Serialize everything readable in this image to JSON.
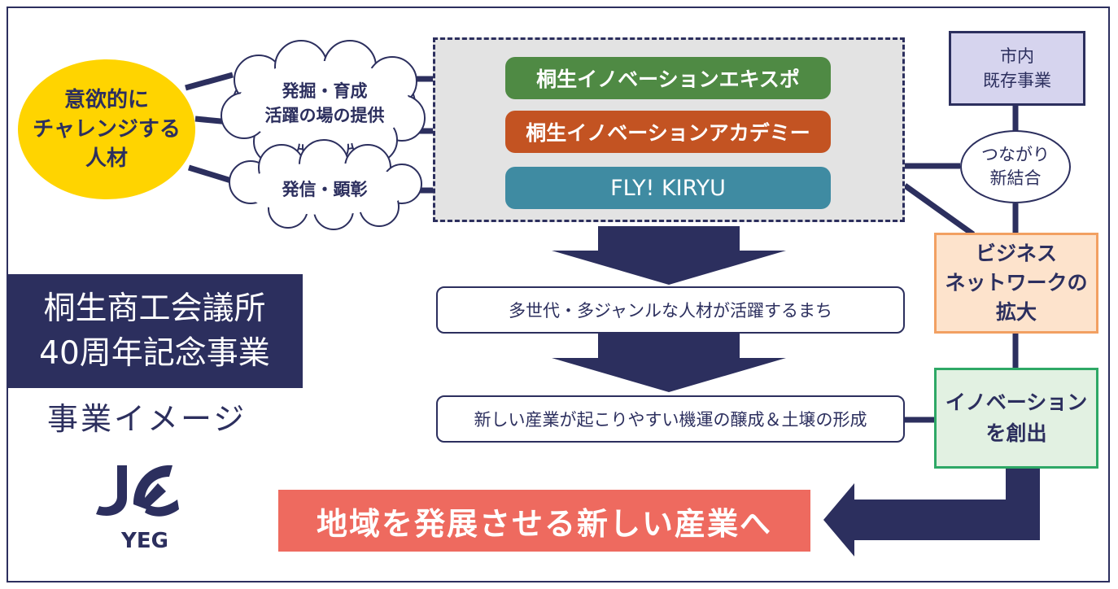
{
  "diagram": {
    "person": {
      "lines": [
        "意欲的に",
        "チャレンジする",
        "人材"
      ]
    },
    "cloud_top": {
      "lines": [
        "発掘・育成",
        "活躍の場の提供"
      ]
    },
    "cloud_bottom": {
      "lines": [
        "発信・顕彰"
      ]
    },
    "programs": [
      {
        "label": "桐生イノベーションエキスポ",
        "color": "#4f8a44"
      },
      {
        "label": "桐生イノベーションアカデミー",
        "color": "#c35322"
      },
      {
        "label": "FLY! KIRYU",
        "color": "#3f8ba2"
      }
    ],
    "existing": {
      "lines": [
        "市内",
        "既存事業"
      ]
    },
    "connect": {
      "lines": [
        "つながり",
        "新結合"
      ]
    },
    "network": {
      "lines": [
        "ビジネス",
        "ネットワークの",
        "拡大"
      ]
    },
    "innovation": {
      "lines": [
        "イノベーション",
        "を創出"
      ]
    },
    "result1": "多世代・多ジャンルな人材が活躍するまち",
    "result2": "新しい産業が起こりやすい機運の醸成＆土壌の形成",
    "goal": "地域を発展させる新しい産業へ",
    "title": {
      "lines": [
        "桐生商工会議所",
        "40周年記念事業"
      ]
    },
    "subtitle": "事業イメージ",
    "logo_text": "YEG",
    "colors": {
      "navy": "#2c2f5e",
      "yellow": "#ffd400",
      "red": "#ee6a5f",
      "gray": "#e3e3e3"
    }
  }
}
